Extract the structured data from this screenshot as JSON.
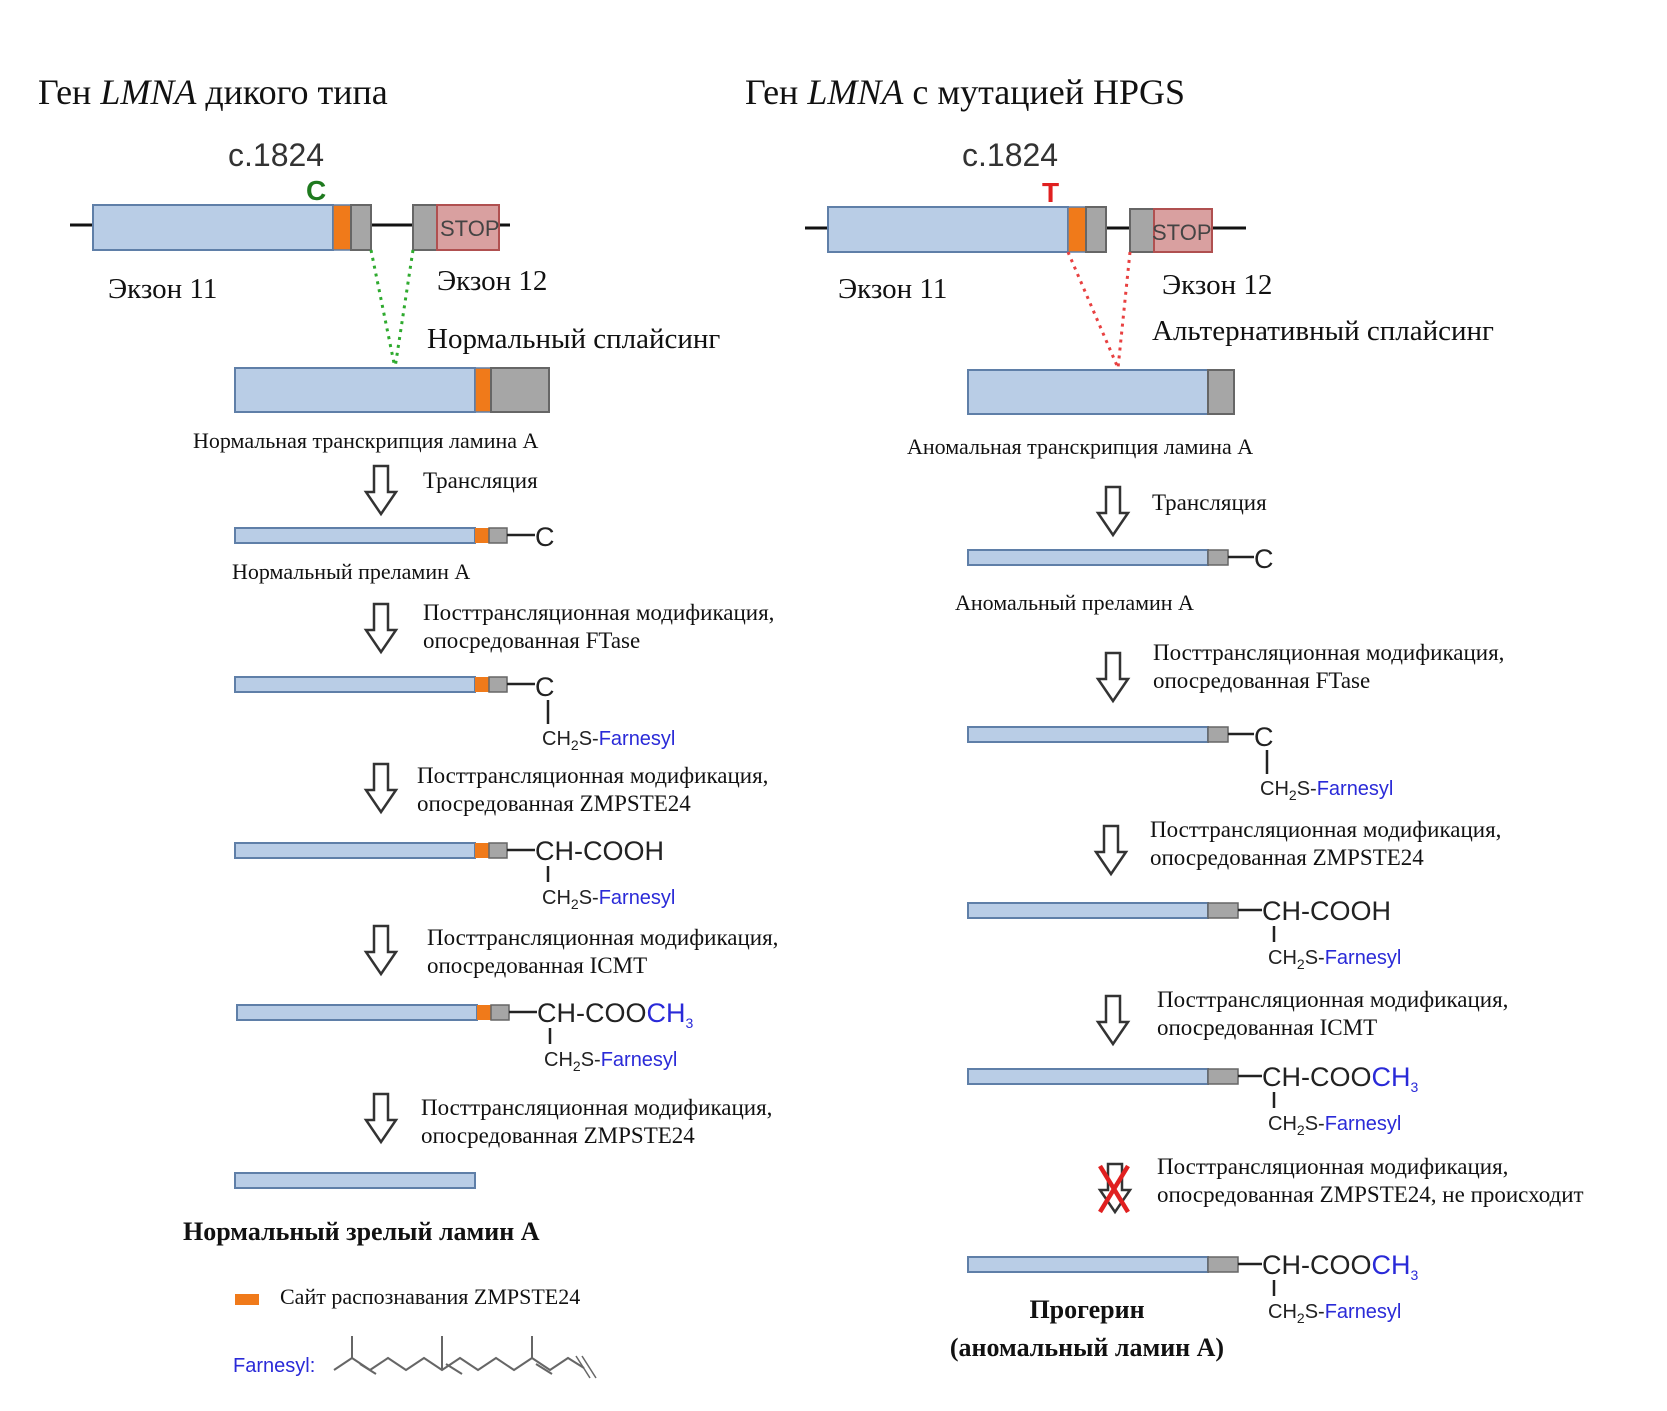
{
  "left": {
    "title_prefix": "Ген ",
    "title_gene": "LMNA",
    "title_suffix": " дикого типа",
    "position": "c.1824",
    "nucleotide": "C",
    "nucleotide_color": "#1f7a1f",
    "exon11_label": "Экзон 11",
    "exon12_label": "Экзон 12",
    "stop_label": "STOP",
    "splicing_label": "Нормальный сплайсинг",
    "transcript_label": "Нормальная транскрипция ламина А",
    "translation_label": "Трансляция",
    "prelamin_label": "Нормальный преламин А",
    "steps": [
      {
        "line1": "Посттрансляционная модификация,",
        "line2": "опосредованная FTase"
      },
      {
        "line1": "Посттрансляционная модификация,",
        "line2": "опосредованная ZMPSTE24"
      },
      {
        "line1": "Посттрансляционная модификация,",
        "line2": "опосредованная ICMT"
      },
      {
        "line1": "Посттрансляционная модификация,",
        "line2": "опосредованная ZMPSTE24"
      }
    ],
    "final_label": "Нормальный зрелый ламин А"
  },
  "right": {
    "title_prefix": "Ген ",
    "title_gene": "LMNA",
    "title_suffix": " с мутацией HPGS",
    "position": "c.1824",
    "nucleotide": "T",
    "nucleotide_color": "#e02020",
    "exon11_label": "Экзон 11",
    "exon12_label": "Экзон 12",
    "stop_label": "STOP",
    "splicing_label": "Альтернативный сплайсинг",
    "transcript_label": "Аномальная транскрипция ламина А",
    "translation_label": "Трансляция",
    "prelamin_label": "Аномальный преламин А",
    "steps": [
      {
        "line1": "Посттрансляционная модификация,",
        "line2": "опосредованная FTase"
      },
      {
        "line1": "Посттрансляционная модификация,",
        "line2": "опосредованная ZMPSTE24"
      },
      {
        "line1": "Посттрансляционная модификация,",
        "line2": "опосредованная ICMT"
      },
      {
        "line1": "Посттрансляционная модификация,",
        "line2": "опосредованная ZMPSTE24, не происходит"
      }
    ],
    "final_label_line1": "Прогерин",
    "final_label_line2": "(аномальный ламин А)"
  },
  "chem": {
    "cys": "C",
    "ch2s": "CH",
    "ch2s_sub": "2",
    "ch2s_tail": "S-",
    "farnesyl": "Farnesyl",
    "ch_cooh": "CH-COOH",
    "ch_coo": "CH-COO",
    "ch3": "CH",
    "ch3_sub": "3"
  },
  "legend": {
    "site_label": "Сайт распознавания ZMPSTE24",
    "farnesyl_label": "Farnesyl:"
  },
  "colors": {
    "exon_blue": "#b9cde6",
    "exon_border": "#5f7fa8",
    "intron_grey": "#a6a6a6",
    "stop_red": "#d9a0a0",
    "orange_site": "#f07a1a",
    "normal_splice": "#2eaa2e",
    "alt_splice": "#e84040",
    "farnesyl_blue": "#2a2ad8",
    "block_red": "#e02020"
  }
}
